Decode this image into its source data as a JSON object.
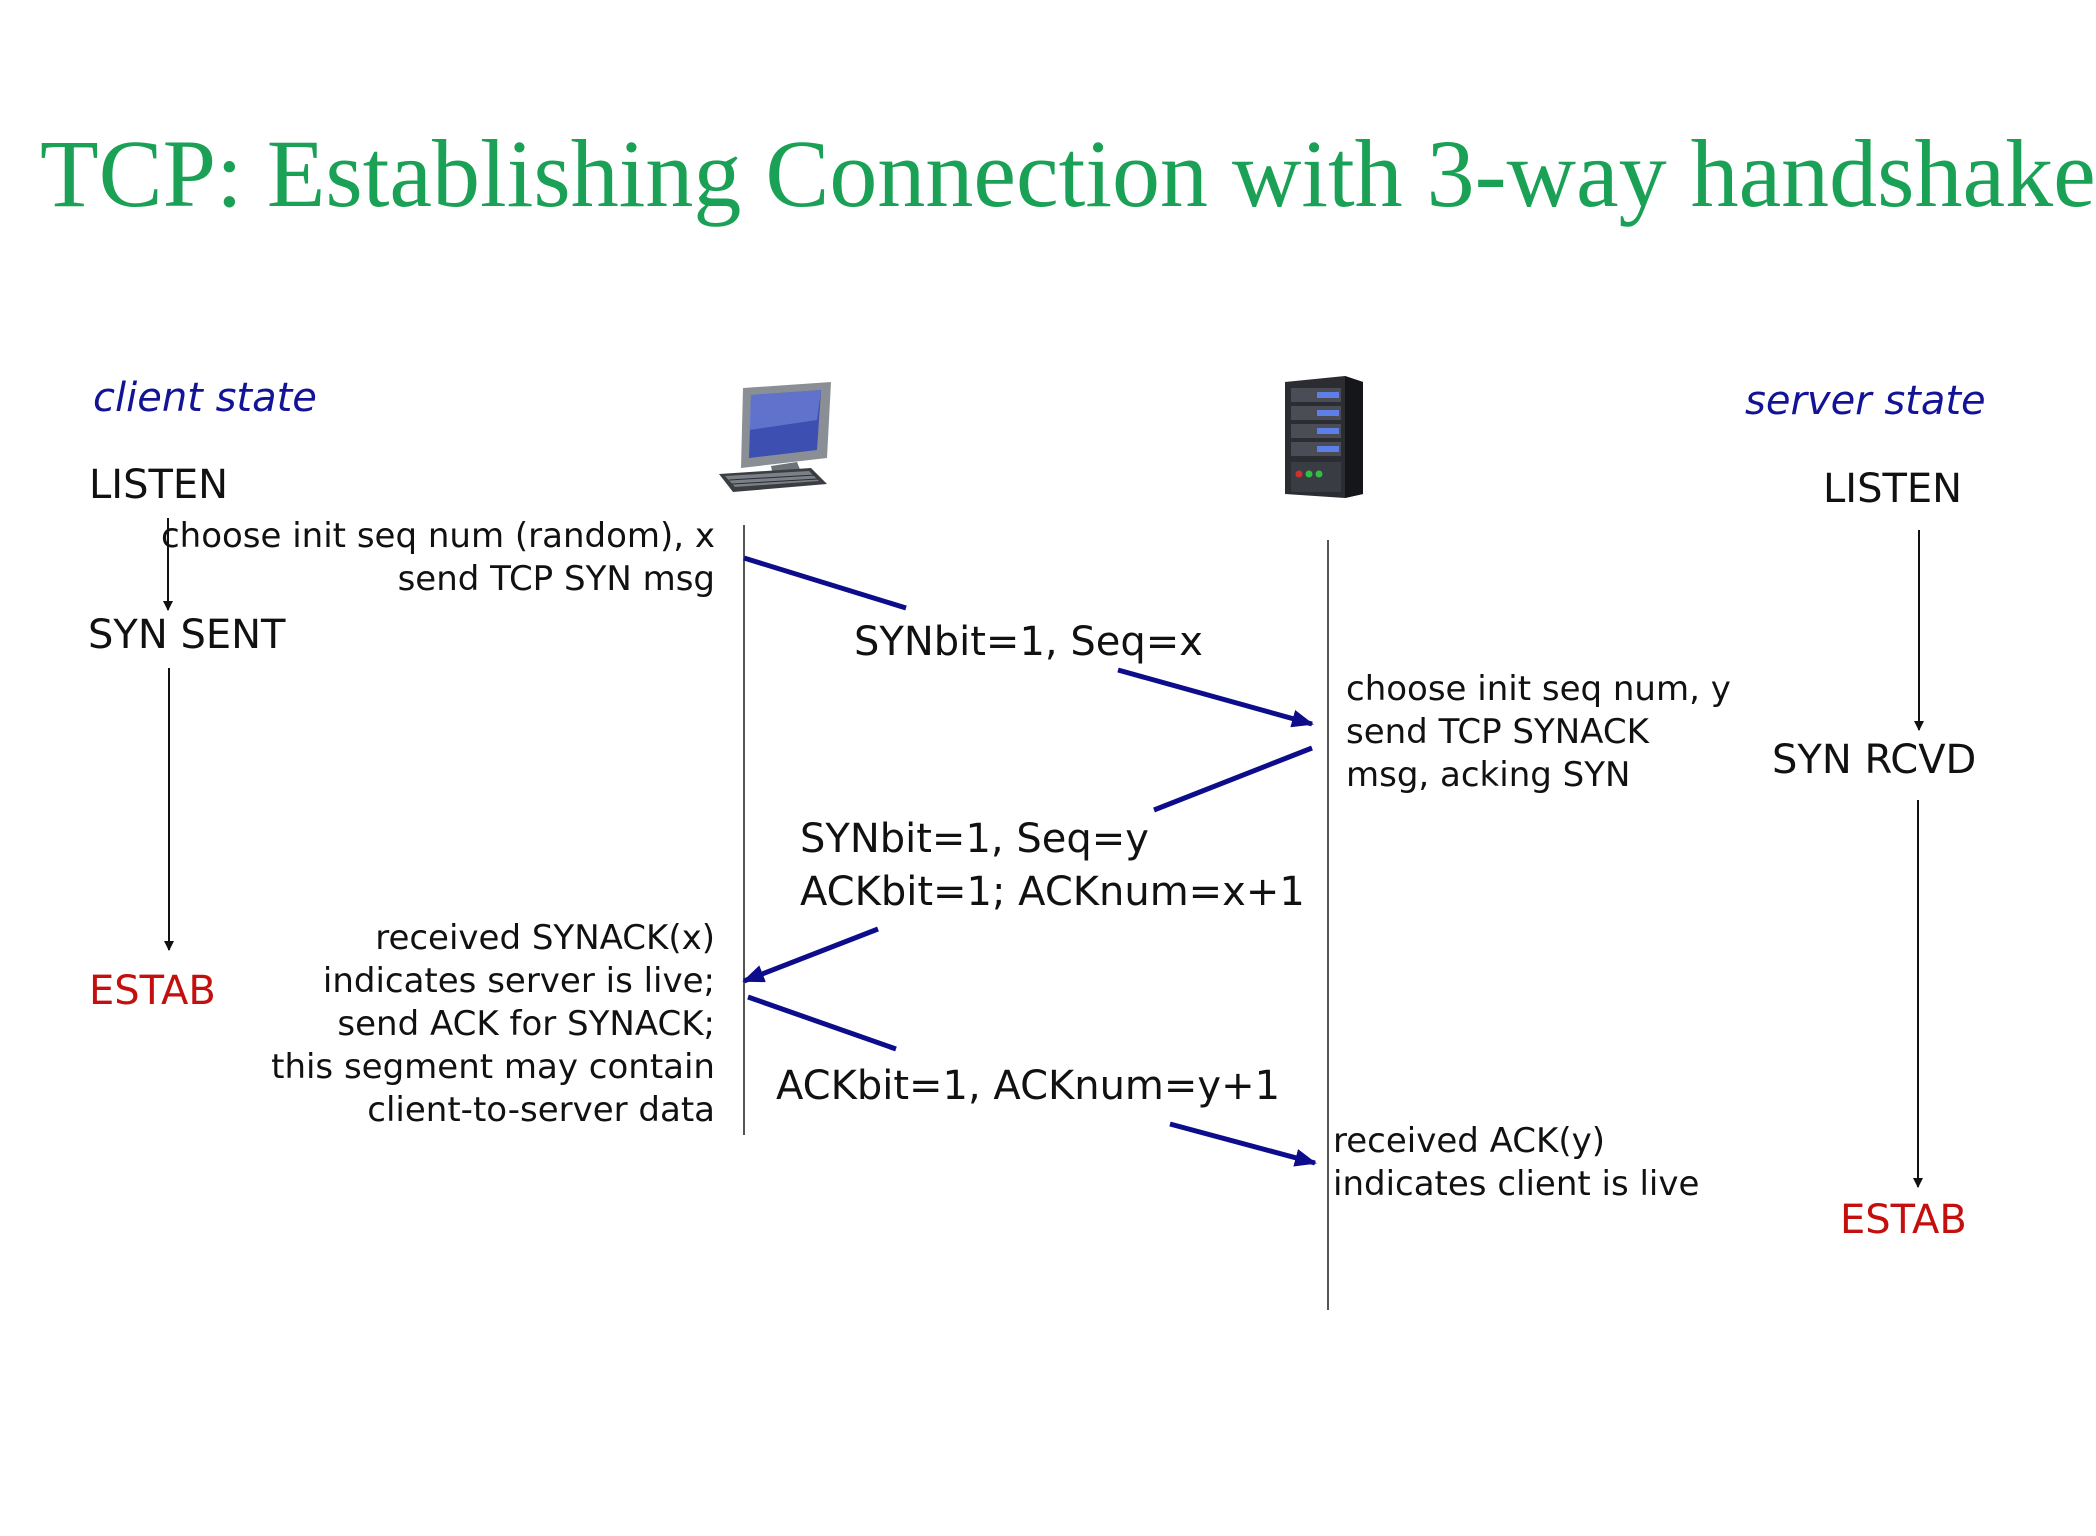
{
  "title": "TCP: Establishing Connection with 3-way handshake",
  "client": {
    "header": "client state",
    "states": {
      "listen": "LISTEN",
      "syn_sent": "SYN SENT",
      "estab": "ESTAB"
    },
    "notes": {
      "choose_init": [
        "choose init seq num (random), x",
        "send TCP SYN msg"
      ],
      "received_synack": [
        "received SYNACK(x) ",
        "indicates server is live;",
        "send ACK for SYNACK;",
        "this segment may contain ",
        "client-to-server data"
      ]
    }
  },
  "server": {
    "header": "server state",
    "states": {
      "listen": "LISTEN",
      "syn_rcvd": "SYN RCVD",
      "estab": "ESTAB"
    },
    "notes": {
      "choose_init": [
        "choose init seq num, y",
        "send TCP SYNACK",
        "msg, acking SYN"
      ],
      "received_ack": [
        "received ACK(y)",
        "indicates client is live"
      ]
    }
  },
  "messages": {
    "syn": [
      "SYNbit=1, Seq=x"
    ],
    "synack": [
      "SYNbit=1, Seq=y",
      "ACKbit=1; ACKnum=x+1"
    ],
    "ack": [
      "ACKbit=1, ACKnum=y+1"
    ]
  },
  "icons": {
    "client": "desktop-computer-icon",
    "server": "server-tower-icon"
  },
  "colors": {
    "title": "#1aa155",
    "state_header": "#131396",
    "arrow": "#0d0d8c",
    "estab": "#c40f0f",
    "text": "#111111"
  }
}
